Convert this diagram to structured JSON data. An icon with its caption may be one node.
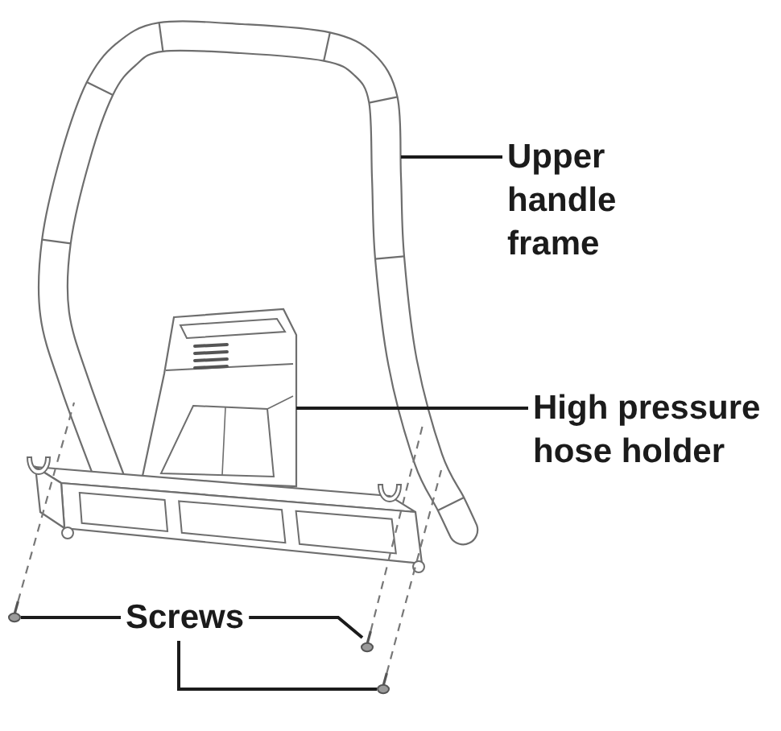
{
  "diagram": {
    "nodes": [
      {
        "text": [
          "Upper handle frame"
        ]
      },
      {
        "text": [],
        "shape": "picture"
      },
      {
        "text": [
          "High pressure hose holder"
        ]
      },
      {
        "text": [],
        "shape": "picture"
      },
      {
        "text": [
          "Screws"
        ]
      },
      {
        "text": [],
        "shape": "picture"
      },
      {
        "text": [],
        "shape": "picture"
      },
      {
        "text": [],
        "shape": "picture"
      }
    ],
    "edges": [
      {
        "from": 0,
        "to": 1,
        "arrow": "none"
      },
      {
        "from": 2,
        "to": 3,
        "arrow": "none"
      },
      {
        "from": 4,
        "to": 5,
        "arrow": "none"
      },
      {
        "from": 4,
        "to": 6,
        "arrow": "none"
      },
      {
        "from": 4,
        "to": 7,
        "arrow": "none"
      },
      {
        "from": 5,
        "to": 1,
        "arrow": "none",
        "style": "dashed",
        "color": "#777777"
      },
      {
        "from": 6,
        "to": 1,
        "arrow": "none",
        "style": "dashed",
        "color": "#777777"
      },
      {
        "from": 7,
        "to": 1,
        "arrow": "none",
        "style": "dashed",
        "color": "#777777"
      }
    ]
  }
}
